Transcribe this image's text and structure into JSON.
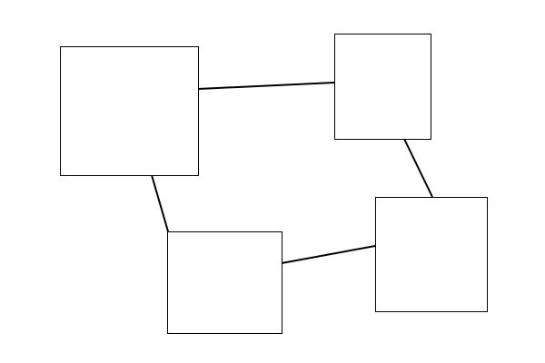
{
  "diagram": {
    "nodes": [
      {
        "id": "node-top-left",
        "label": ""
      },
      {
        "id": "node-top-right",
        "label": ""
      },
      {
        "id": "node-bottom-right",
        "label": ""
      },
      {
        "id": "node-bottom-center",
        "label": ""
      }
    ],
    "edges": [
      {
        "from": "node-top-left",
        "to": "node-top-right"
      },
      {
        "from": "node-top-right",
        "to": "node-bottom-right"
      },
      {
        "from": "node-bottom-right",
        "to": "node-bottom-center"
      },
      {
        "from": "node-bottom-center",
        "to": "node-top-left"
      }
    ],
    "colors": {
      "stroke": "#000000",
      "fill": "#ffffff",
      "background": "#ffffff"
    }
  }
}
